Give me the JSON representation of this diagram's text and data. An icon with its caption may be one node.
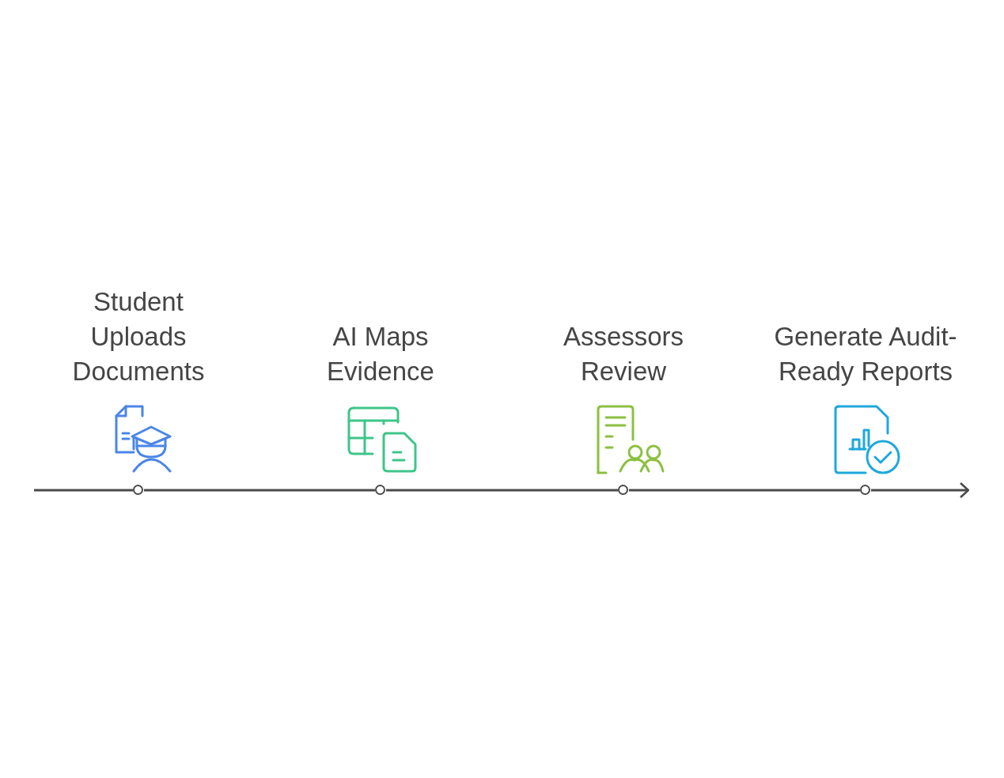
{
  "diagram": {
    "nodes": [
      {
        "text": [],
        "shape": "circle",
        "beside": [
          "Student Uploads Documents"
        ]
      },
      {
        "text": [],
        "shape": "circle",
        "beside": [
          "AI Maps Evidence"
        ]
      },
      {
        "text": [],
        "shape": "circle",
        "beside": [
          "Assessors Review"
        ]
      },
      {
        "text": [],
        "shape": "circle",
        "beside": [
          "Generate Audit-Ready Reports"
        ]
      }
    ],
    "edges": [
      {
        "from": null,
        "to": 0,
        "arrow": "none"
      },
      {
        "from": 0,
        "to": 1,
        "arrow": "none"
      },
      {
        "from": 1,
        "to": 2,
        "arrow": "none"
      },
      {
        "from": 2,
        "to": 3,
        "arrow": "none"
      },
      {
        "from": 3,
        "to": null,
        "arrow": "to"
      }
    ]
  }
}
